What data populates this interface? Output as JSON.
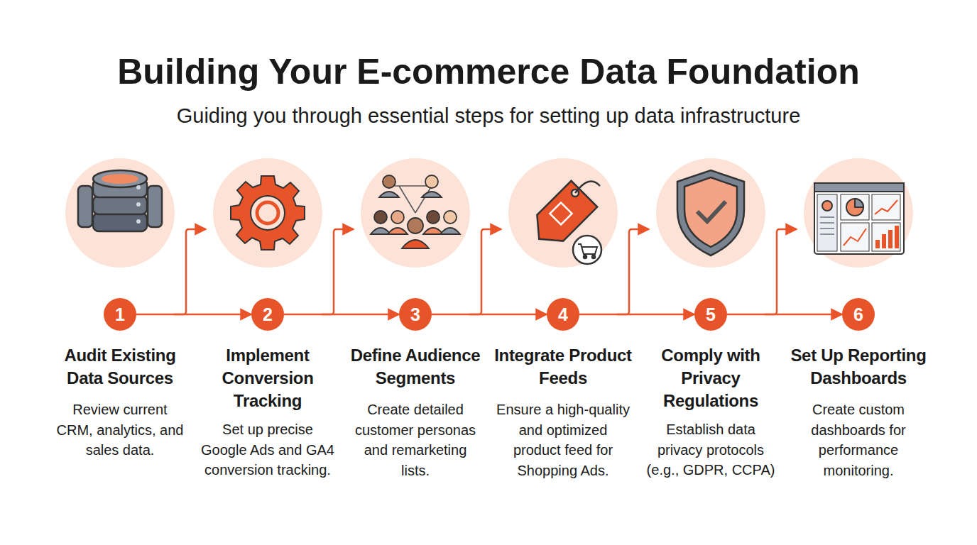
{
  "diagram": {
    "title": "Building Your E-commerce Data Foundation",
    "nodes": [
      {
        "text": [
          "1"
        ]
      },
      {
        "text": [
          "2"
        ]
      },
      {
        "text": [
          "3"
        ]
      },
      {
        "text": [
          "4"
        ]
      },
      {
        "text": [
          "5"
        ]
      },
      {
        "text": [
          "6"
        ]
      }
    ],
    "edges": [
      {
        "from": 0,
        "to": 1,
        "arrow": "to"
      },
      {
        "from": 1,
        "to": 2,
        "arrow": "to"
      },
      {
        "from": 2,
        "to": 3,
        "arrow": "to"
      },
      {
        "from": 3,
        "to": 4,
        "arrow": "to"
      },
      {
        "from": 4,
        "to": 5,
        "arrow": "to"
      }
    ],
    "labels": [
      "Guiding you through essential steps for setting up data infrastructure",
      "Audit Existing Data Sources",
      "Review current CRM, analytics, and sales data.",
      "Implement Conversion Tracking",
      "Set up precise Google Ads and GA4 conversion tracking.",
      "Define Audience Segments",
      "Create detailed customer personas and remarketing lists.",
      "Integrate Product Feeds",
      "Ensure a high-quality and optimized product feed for Shopping Ads.",
      "Comply with Privacy Regulations",
      "Establish data privacy protocols (e.g., GDPR, CCPA)",
      "Set Up Reporting Dashboards",
      "Create custom dashboards for performance monitoring."
    ]
  }
}
